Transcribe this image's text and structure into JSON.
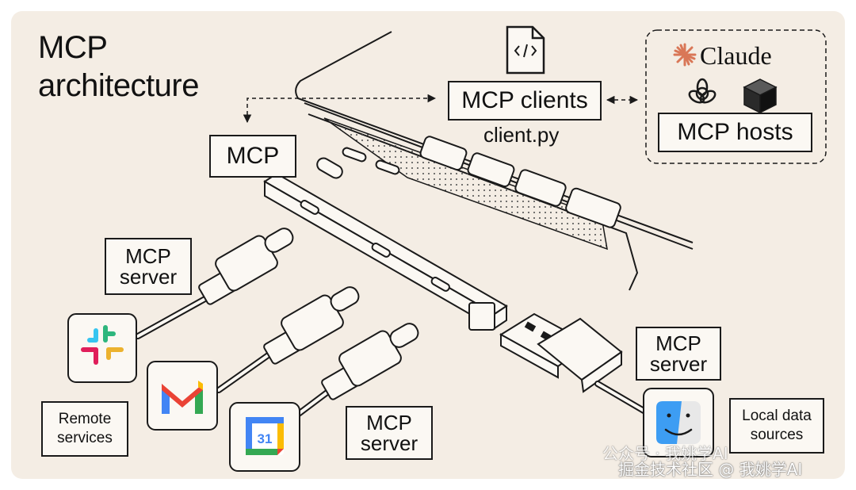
{
  "title_line1": "MCP",
  "title_line2": "architecture",
  "labels": {
    "mcp_clients": "MCP clients",
    "client_py": "client.py",
    "mcp": "MCP",
    "mcp_server_top": "MCP\nserver",
    "mcp_server_bottom": "MCP\nserver",
    "mcp_server_right": "MCP\nserver",
    "mcp_hosts": "MCP hosts",
    "remote_services": "Remote\nservices",
    "local_data_sources": "Local data\nsources",
    "claude": "Claude",
    "calendar_day": "31"
  },
  "icons": [
    "code-file-icon",
    "claude-logo-icon",
    "openai-logo-icon",
    "cube-logo-icon",
    "slack-icon",
    "gmail-icon",
    "google-calendar-icon",
    "finder-icon"
  ],
  "watermark": {
    "line1": "公众号 · 我姚学AI",
    "line2": "掘金技术社区 @ 我姚学AI"
  },
  "colors": {
    "background": "#f4ede4",
    "claude_accent": "#d97757",
    "line": "#1a1a1a"
  }
}
